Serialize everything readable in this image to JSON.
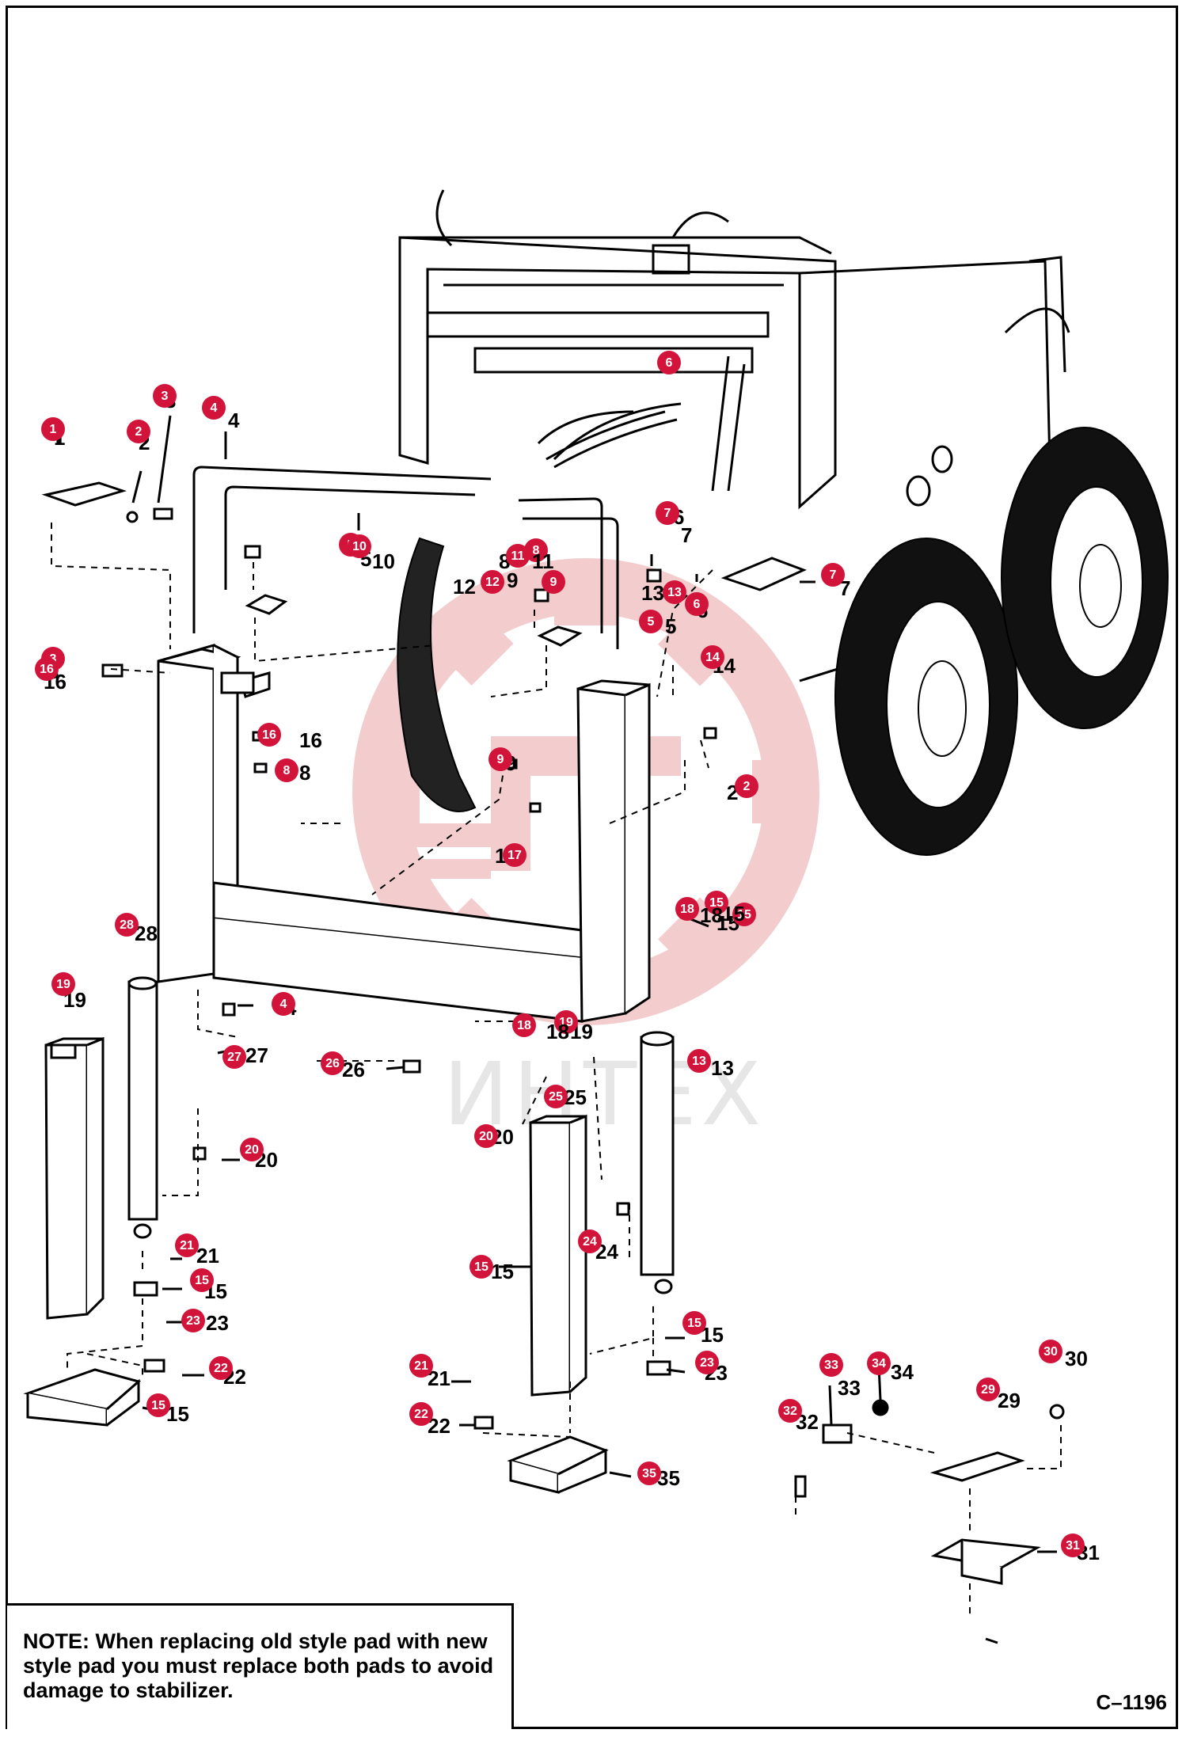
{
  "watermark": "ИНТЕХ",
  "drawing_ref": "C–1196",
  "note": {
    "label": "NOTE:",
    "text": "When replacing old style pad  with new style pad you must replace both pads to avoid damage to stabilizer."
  },
  "colors": {
    "marker": "#d2143a",
    "watermark": "#f2c8c8",
    "line": "#000000"
  },
  "callouts": [
    {
      "label": "1",
      "marker": "1"
    },
    {
      "label": "2",
      "marker": "2"
    },
    {
      "label": "3",
      "marker": "3"
    },
    {
      "label": "4",
      "marker": "4"
    },
    {
      "label": "5",
      "marker": "5"
    },
    {
      "label": "6",
      "marker": "6"
    },
    {
      "label": "7",
      "marker": "7"
    },
    {
      "label": "8",
      "marker": "8"
    },
    {
      "label": "9",
      "marker": "9"
    },
    {
      "label": "12",
      "marker": "12"
    },
    {
      "label": "13",
      "marker": "13"
    },
    {
      "label": "10",
      "marker": "10"
    },
    {
      "label": "11",
      "marker": "11"
    },
    {
      "label": "5",
      "marker": "5"
    },
    {
      "label": "6",
      "marker": "6"
    },
    {
      "label": "7",
      "marker": "7"
    },
    {
      "label": "3",
      "marker": "3"
    },
    {
      "label": "2",
      "marker": "2"
    },
    {
      "label": "14",
      "marker": "14"
    },
    {
      "label": "15",
      "marker": "15"
    },
    {
      "label": "16",
      "marker": "16"
    },
    {
      "label": "15",
      "marker": "15"
    },
    {
      "label": "16",
      "marker": "16"
    },
    {
      "label": "8",
      "marker": "8"
    },
    {
      "label": "9",
      "marker": "9"
    },
    {
      "label": "17",
      "marker": "17"
    },
    {
      "label": "18",
      "marker": "18"
    },
    {
      "label": "28",
      "marker": "28"
    },
    {
      "label": "19",
      "marker": "19"
    },
    {
      "label": "4",
      "marker": "4"
    },
    {
      "label": "27",
      "marker": "27"
    },
    {
      "label": "26",
      "marker": "26"
    },
    {
      "label": "19",
      "marker": "19"
    },
    {
      "label": "18",
      "marker": "18"
    },
    {
      "label": "13",
      "marker": "13"
    },
    {
      "label": "25",
      "marker": "25"
    },
    {
      "label": "20",
      "marker": "20"
    },
    {
      "label": "20",
      "marker": "20"
    },
    {
      "label": "24",
      "marker": "24"
    },
    {
      "label": "15",
      "marker": "15"
    },
    {
      "label": "21",
      "marker": "21"
    },
    {
      "label": "15",
      "marker": "15"
    },
    {
      "label": "23",
      "marker": "23"
    },
    {
      "label": "22",
      "marker": "22"
    },
    {
      "label": "15",
      "marker": "15"
    },
    {
      "label": "21",
      "marker": "21"
    },
    {
      "label": "15",
      "marker": "15"
    },
    {
      "label": "23",
      "marker": "23"
    },
    {
      "label": "22",
      "marker": "22"
    },
    {
      "label": "35",
      "marker": "35"
    },
    {
      "label": "34",
      "marker": "34"
    },
    {
      "label": "33",
      "marker": "33"
    },
    {
      "label": "32",
      "marker": "32"
    },
    {
      "label": "29",
      "marker": "29"
    },
    {
      "label": "30",
      "marker": "30"
    },
    {
      "label": "31",
      "marker": "31"
    }
  ]
}
